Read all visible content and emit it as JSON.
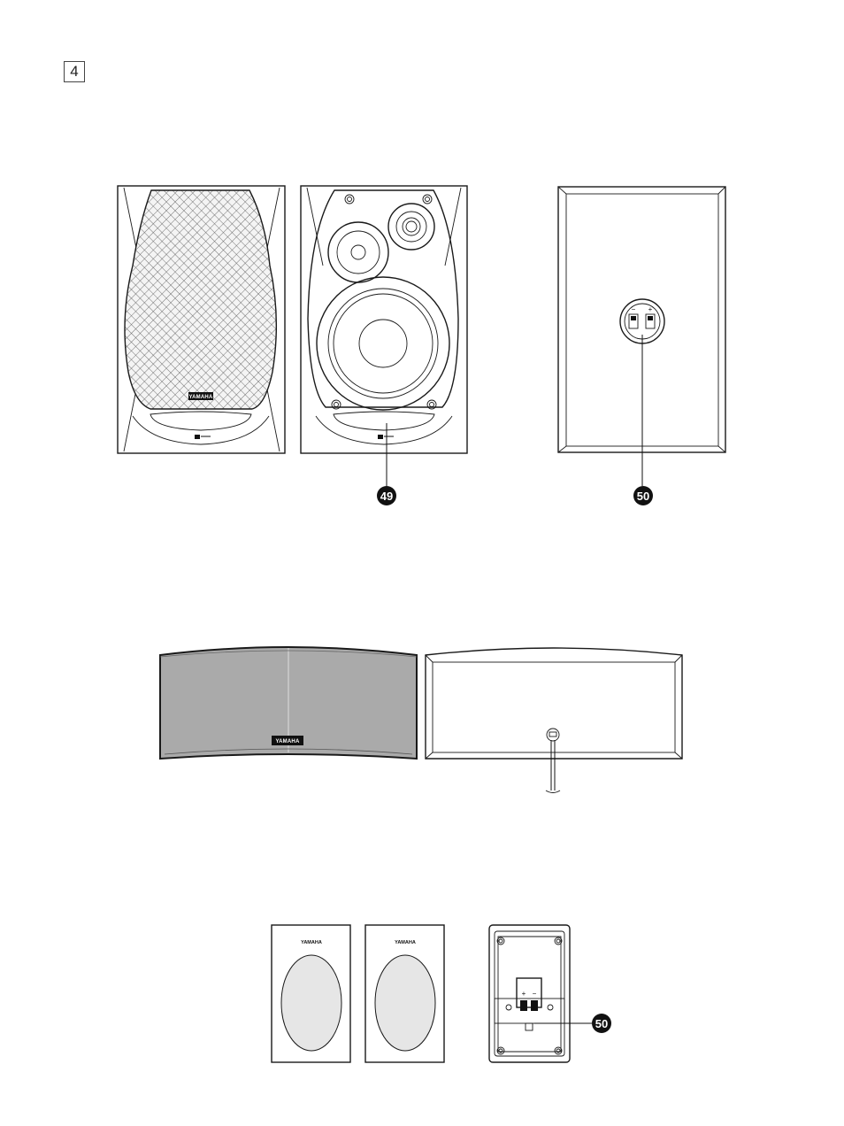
{
  "page": {
    "number": "4"
  },
  "brand": "YAMAHA",
  "callouts": {
    "c49": "49",
    "c50": "50"
  },
  "terminal_marks": {
    "minus": "−",
    "plus": "+"
  },
  "colors": {
    "line": "#1a1a1a",
    "grille_gray": "#aaaaaa",
    "cone_gray": "#e6e6e6",
    "callout_fill": "#111111"
  },
  "figures": [
    {
      "id": "front-speaker-with-grille",
      "description_icon": "speaker-front-grille"
    },
    {
      "id": "front-speaker-no-grille",
      "description_icon": "speaker-front-drivers"
    },
    {
      "id": "front-speaker-rear",
      "description_icon": "speaker-rear-terminals"
    },
    {
      "id": "center-speaker-front",
      "description_icon": "center-speaker-grille"
    },
    {
      "id": "center-speaker-rear",
      "description_icon": "center-speaker-rear"
    },
    {
      "id": "surround-speaker-fronts",
      "description_icon": "surround-speaker-pair"
    },
    {
      "id": "surround-speaker-rear",
      "description_icon": "surround-speaker-rear-terminals"
    }
  ]
}
